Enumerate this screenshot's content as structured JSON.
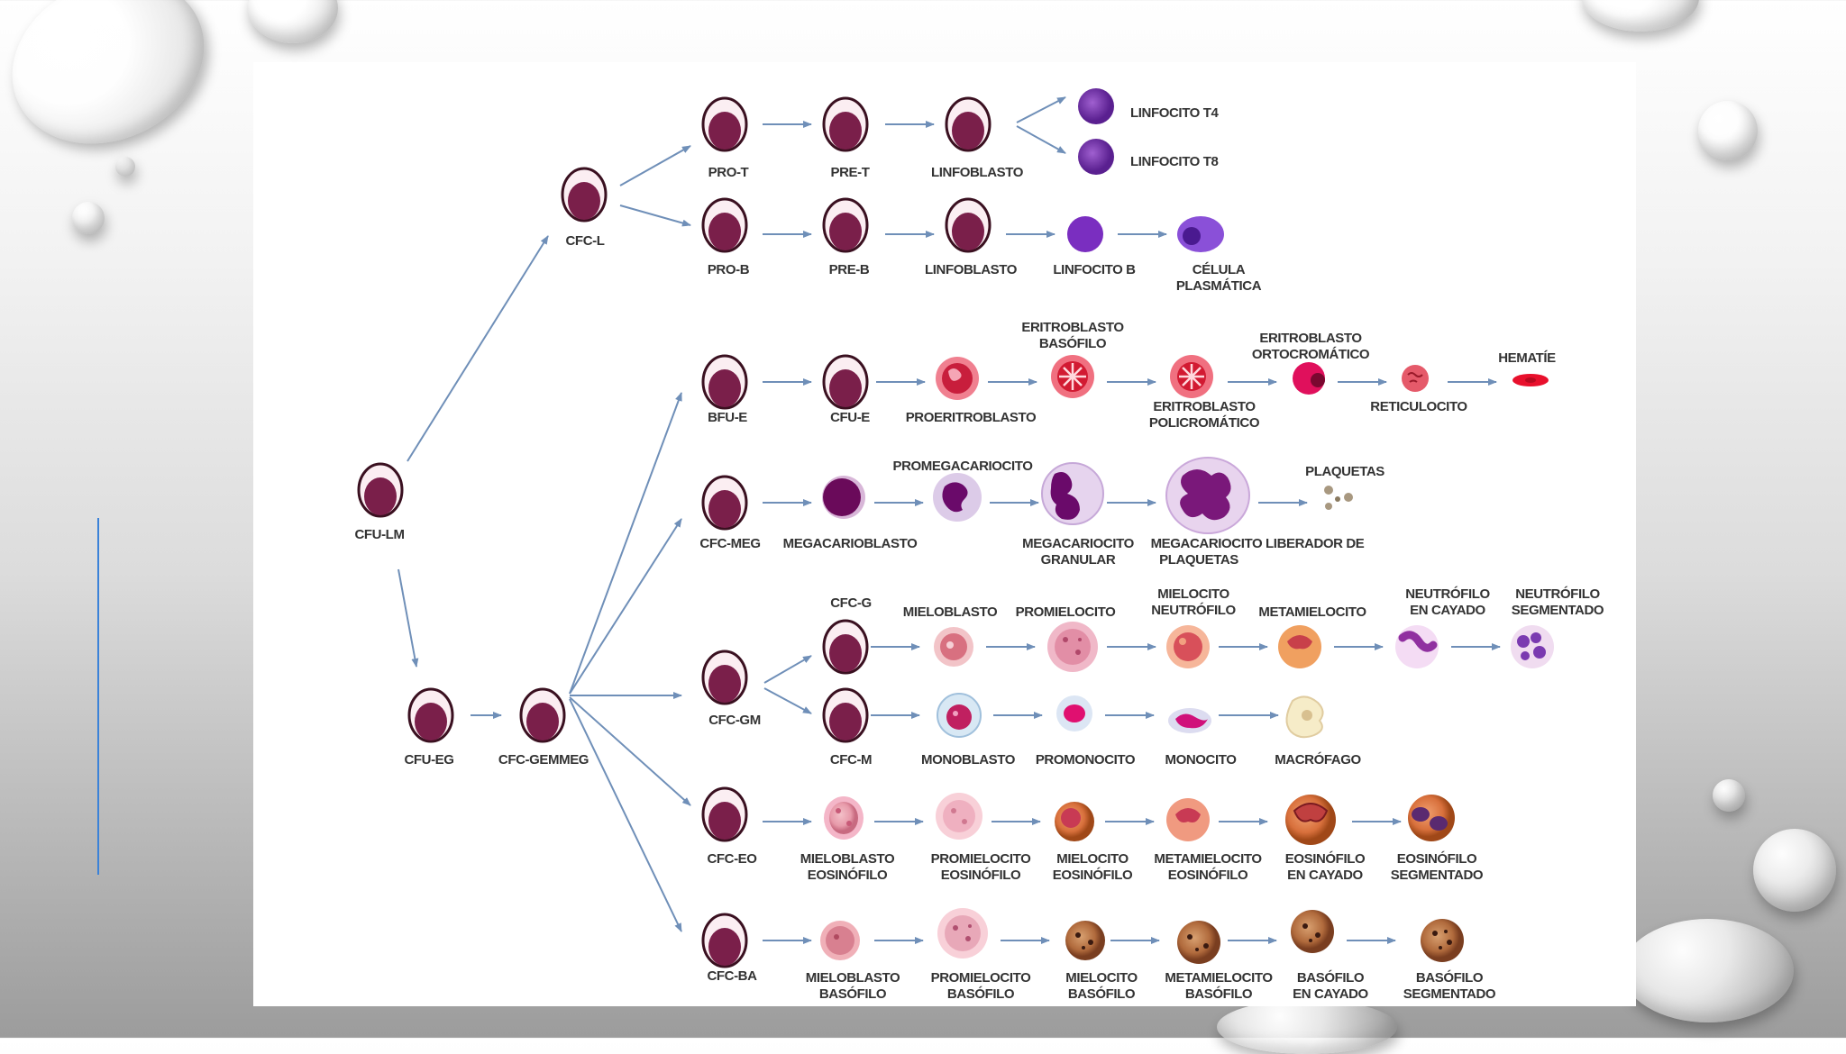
{
  "colors": {
    "nucleus": "#7a1f4a",
    "cell_ring": "#3a1020",
    "arrow": "#6f8fb8",
    "slide_line": "#3b82d8"
  },
  "icons": [
    "water-drop-decoration",
    "cell-icon",
    "arrow-icon"
  ],
  "diagram": {
    "root": "CFU-LM",
    "lymphoid": {
      "progenitor": "CFC-L",
      "t_line": [
        "PRO-T",
        "PRE-T",
        "LINFOBLASTO"
      ],
      "t_outputs": [
        "LINFOCITO T4",
        "LINFOCITO T8"
      ],
      "b_line": [
        "PRO-B",
        "PRE-B",
        "LINFOBLASTO",
        "LINFOCITO B",
        "CÉLULA PLASMÁTICA"
      ]
    },
    "myeloid": {
      "progenitors": [
        "CFU-EG",
        "CFC-GEMMEG"
      ],
      "erythroid": [
        "BFU-E",
        "CFU-E",
        "PROERITROBLASTO",
        "ERITROBLASTO BASÓFILO",
        "ERITROBLASTO POLICROMÁTICO",
        "ERITROBLASTO ORTOCROMÁTICO",
        "RETICULOCITO",
        "HEMATÍE"
      ],
      "megakaryocytic": [
        "CFC-MEG",
        "MEGACARIOBLASTO",
        "PROMEGACARIOCITO",
        "MEGACARIOCITO GRANULAR",
        "MEGACARIOCITO LIBERADOR DE PLAQUETAS",
        "PLAQUETAS"
      ],
      "granulomonocytic": {
        "progenitor": "CFC-GM",
        "neutrophil": [
          "CFC-G",
          "MIELOBLASTO",
          "PROMIELOCITO",
          "MIELOCITO NEUTRÓFILO",
          "METAMIELOCITO",
          "NEUTRÓFILO EN CAYADO",
          "NEUTRÓFILO SEGMENTADO"
        ],
        "monocyte": [
          "CFC-M",
          "MONOBLASTO",
          "PROMONOCITO",
          "MONOCITO",
          "MACRÓFAGO"
        ]
      },
      "eosinophil": [
        "CFC-EO",
        "MIELOBLASTO EOSINÓFILO",
        "PROMIELOCITO EOSINÓFILO",
        "MIELOCITO EOSINÓFILO",
        "METAMIELOCITO EOSINÓFILO",
        "EOSINÓFILO EN CAYADO",
        "EOSINÓFILO SEGMENTADO"
      ],
      "basophil": [
        "CFC-BA",
        "MIELOBLASTO BASÓFILO",
        "PROMIELOCITO BASÓFILO",
        "MIELOCITO BASÓFILO",
        "METAMIELOCITO BASÓFILO",
        "BASÓFILO EN CAYADO",
        "BASÓFILO SEGMENTADO"
      ]
    }
  },
  "labels": {
    "l1": "PRO-T",
    "l2": "PRE-T",
    "l3": "LINFOBLASTO",
    "l4": "LINFOCITO T4",
    "l5": "LINFOCITO T8",
    "l6": "CFC-L",
    "l7": "PRO-B",
    "l8": "PRE-B",
    "l9": "LINFOBLASTO",
    "l10": "LINFOCITO B",
    "l11": "CÉLULA",
    "l12": "PLASMÁTICA",
    "l13": "ERITROBLASTO",
    "l14": "BASÓFILO",
    "l15": "ERITROBLASTO",
    "l16": "ORTOCROMÁTICO",
    "l17": "HEMATÍE",
    "l18": "BFU-E",
    "l19": "CFU-E",
    "l20": "PROERITROBLASTO",
    "l21": "ERITROBLASTO",
    "l22": "POLICROMÁTICO",
    "l23": "RETICULOCITO",
    "l24": "PROMEGACARIOCITO",
    "l25": "PLAQUETAS",
    "l26": "CFU-LM",
    "l27": "CFC-MEG",
    "l28": "MEGACARIOBLASTO",
    "l29": "MEGACARIOCITO",
    "l30": "GRANULAR",
    "l31": "MEGACARIOCITO LIBERADOR DE",
    "l32": "PLAQUETAS",
    "l33": "CFC-G",
    "l34": "MIELOBLASTO",
    "l35": "PROMIELOCITO",
    "l36": "MIELOCITO",
    "l37": "NEUTRÓFILO",
    "l38": "METAMIELOCITO",
    "l39": "NEUTRÓFILO",
    "l40": "EN CAYADO",
    "l41": "NEUTRÓFILO",
    "l42": "SEGMENTADO",
    "l43": "CFC-GM",
    "l44": "CFU-EG",
    "l45": "CFC-GEMMEG",
    "l46": "CFC-M",
    "l47": "MONOBLASTO",
    "l48": "PROMONOCITO",
    "l49": "MONOCITO",
    "l50": "MACRÓFAGO",
    "l51": "CFC-EO",
    "l52": "MIELOBLASTO",
    "l53": "EOSINÓFILO",
    "l54": "PROMIELOCITO",
    "l55": "EOSINÓFILO",
    "l56": "MIELOCITO",
    "l57": "EOSINÓFILO",
    "l58": "METAMIELOCITO",
    "l59": "EOSINÓFILO",
    "l60": "EOSINÓFILO",
    "l61": "EN CAYADO",
    "l62": "EOSINÓFILO",
    "l63": "SEGMENTADO",
    "l64": "CFC-BA",
    "l65": "MIELOBLASTO",
    "l66": "BASÓFILO",
    "l67": "PROMIELOCITO",
    "l68": "BASÓFILO",
    "l69": "MIELOCITO",
    "l70": "BASÓFILO",
    "l71": "METAMIELOCITO",
    "l72": "BASÓFILO",
    "l73": "BASÓFILO",
    "l74": "EN CAYADO",
    "l75": "BASÓFILO",
    "l76": "SEGMENTADO"
  }
}
